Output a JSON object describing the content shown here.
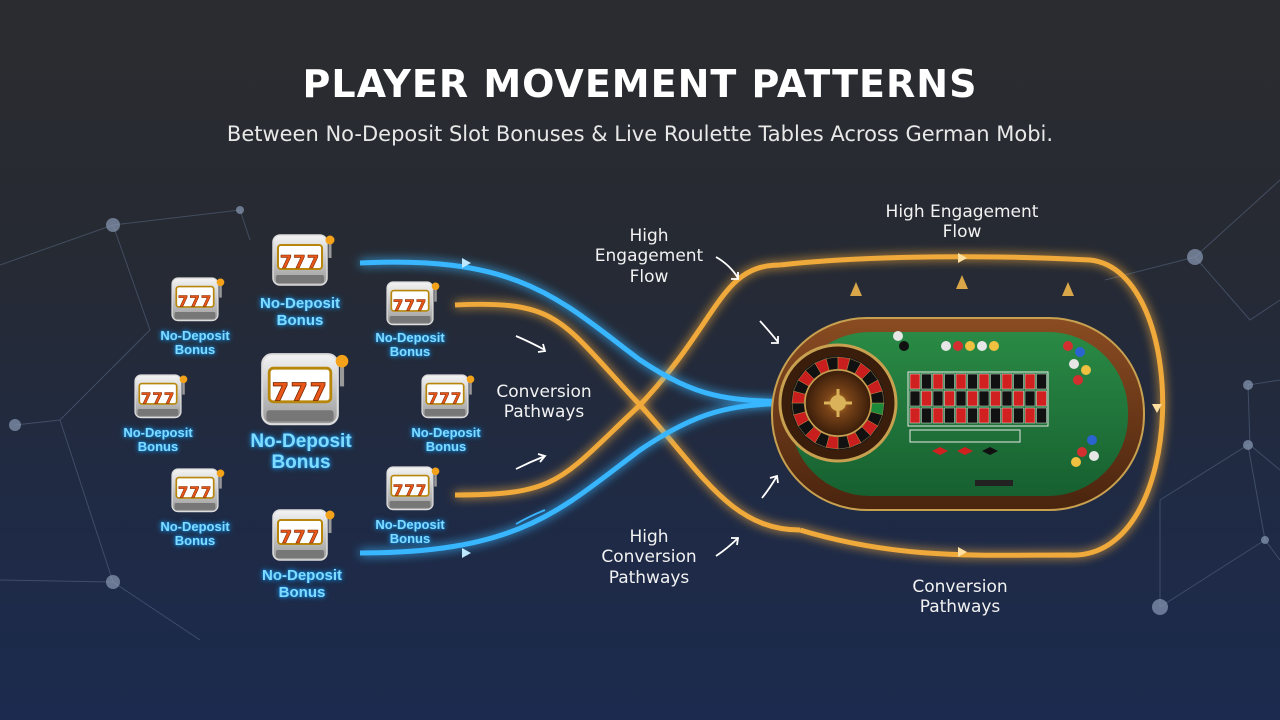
{
  "header": {
    "title": "PLAYER MOVEMENT PATTERNS",
    "subtitle": "Between No-Deposit Slot Bonuses & Live Roulette Tables Across German Mobi."
  },
  "slot_label": "No-Deposit Bonus",
  "slot_reel_text": "777",
  "flow_labels": {
    "high_engagement_left": "High Engagement Flow",
    "high_engagement_top": "High Engagement Flow",
    "conversion_left": "Conversion Pathways",
    "high_conversion": "High Conversion Pathways",
    "conversion_bottom": "Conversion Pathways"
  },
  "colors": {
    "blue_flow": "#39b6ff",
    "gold_flow": "#f0a93a",
    "felt": "#1f7a3a",
    "rail": "#6a3a1c",
    "label_blue": "#7fdcff"
  }
}
